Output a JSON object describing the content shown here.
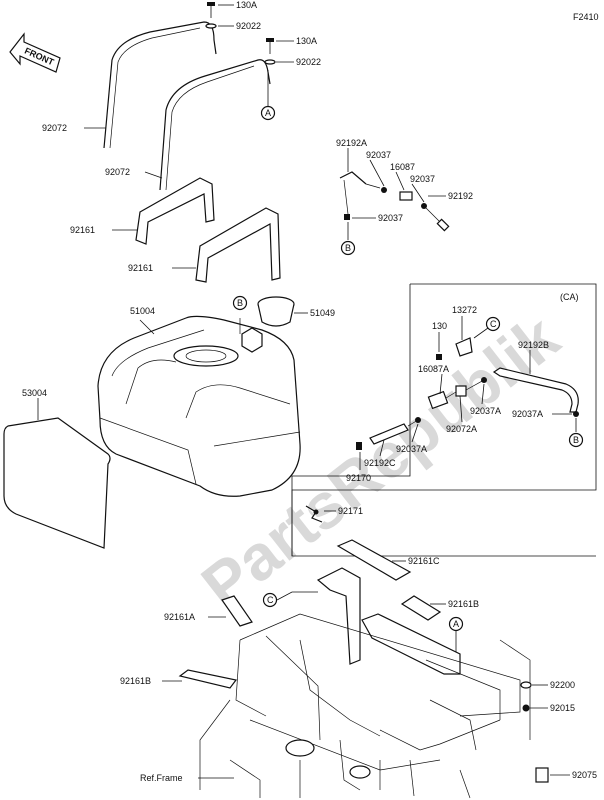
{
  "figure_code": "F2410",
  "front_label": "FRONT",
  "watermark": "PartsRepublik",
  "box_label": "(CA)",
  "markers": {
    "a": "A",
    "b": "B",
    "c": "C"
  },
  "parts": {
    "p130a_1": "130A",
    "p92022_1": "92022",
    "p130a_2": "130A",
    "p92022_2": "92022",
    "p92072_1": "92072",
    "p92072_2": "92072",
    "p92192a": "92192A",
    "p92037_1": "92037",
    "p16087": "16087",
    "p92037_2": "92037",
    "p92192": "92192",
    "p92037_3": "92037",
    "p92161_1": "92161",
    "p92161_2": "92161",
    "p51004": "51004",
    "p51049": "51049",
    "p53004": "53004",
    "p13272": "13272",
    "p130": "130",
    "p92192b": "92192B",
    "p16087a": "16087A",
    "p92037a_1": "92037A",
    "p92037a_2": "92037A",
    "p92072a": "92072A",
    "p92037a_3": "92037A",
    "p92192c": "92192C",
    "p92170": "92170",
    "p92171": "92171",
    "p92161c": "92161C",
    "p92161a": "92161A",
    "p92161b_1": "92161B",
    "p92161b_2": "92161B",
    "p92200": "92200",
    "p92015": "92015",
    "p92075": "92075",
    "ref_frame": "Ref.Frame"
  }
}
